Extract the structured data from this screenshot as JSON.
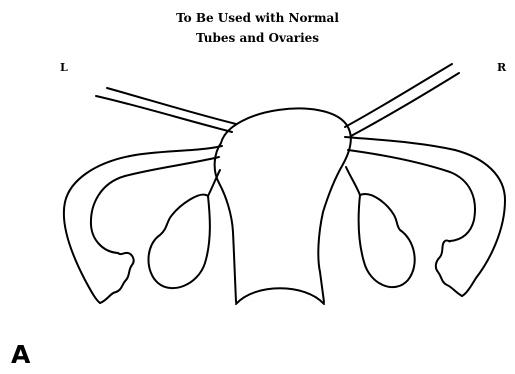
{
  "diagram": {
    "title_line_1": "To Be Used with Normal",
    "title_line_2": "Tubes and Ovaries",
    "left_label": "L",
    "right_label": "R",
    "panel_label": "A"
  }
}
